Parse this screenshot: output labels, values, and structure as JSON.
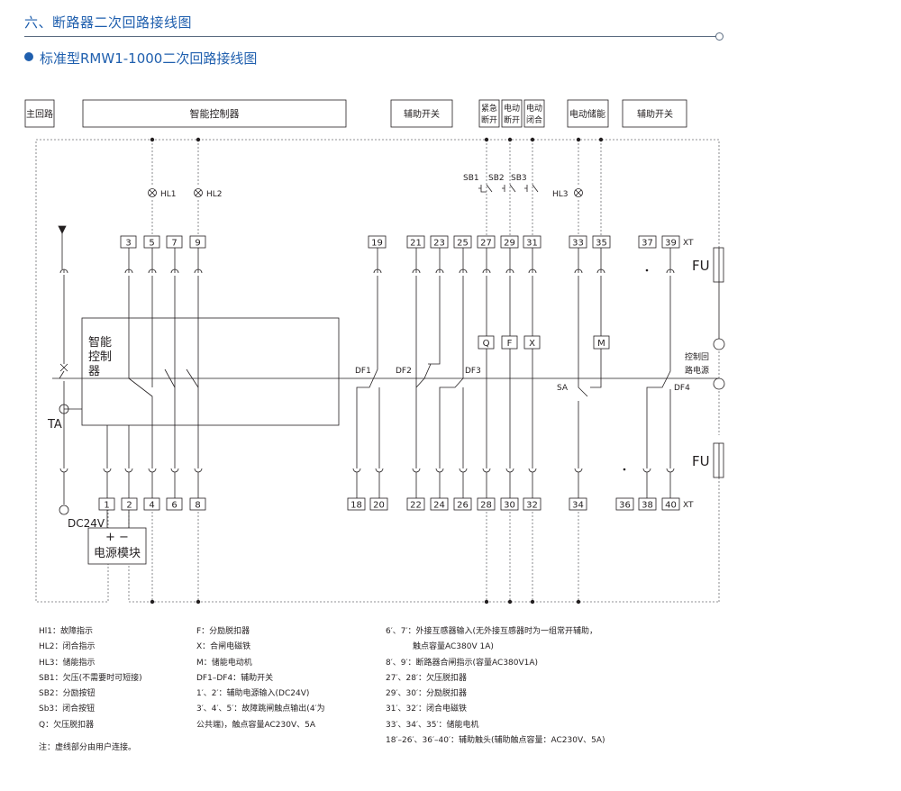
{
  "header": {
    "section_title": "六、断路器二次回路接线图",
    "subtitle": "标准型RMW1-1000二次回路接线图"
  },
  "top_labels": {
    "main_circuit": "主回路",
    "smart_controller": "智能控制器",
    "aux_switch_1": "辅助开关",
    "emergency_open": [
      "紧急",
      "断开"
    ],
    "motor_open": [
      "电动",
      "断开"
    ],
    "motor_close": [
      "电动",
      "闭合"
    ],
    "motor_storage": "电动储能",
    "aux_switch_2": "辅助开关"
  },
  "diagram": {
    "lamps": {
      "hl1": "HL1",
      "hl2": "HL2",
      "hl3": "HL3"
    },
    "buttons": {
      "sb1": "SB1",
      "sb2": "SB2",
      "sb3": "SB3"
    },
    "top_terminals": [
      "3",
      "5",
      "7",
      "9",
      "19",
      "21",
      "23",
      "25",
      "27",
      "29",
      "31",
      "33",
      "35",
      "37",
      "39"
    ],
    "bottom_terminals": [
      "1",
      "2",
      "4",
      "6",
      "8",
      "18",
      "20",
      "22",
      "24",
      "26",
      "28",
      "30",
      "32",
      "34",
      "36",
      "38",
      "40"
    ],
    "xt_top": "XT",
    "xt_bottom": "XT",
    "fuse_top": "FU",
    "fuse_bottom": "FU",
    "controller_box": [
      "智能",
      "控制",
      "器"
    ],
    "contacts": {
      "df1": "DF1",
      "df2": "DF2",
      "df3": "DF3",
      "df4": "DF4",
      "sa": "SA"
    },
    "coils": {
      "q": "Q",
      "f": "F",
      "x": "X",
      "m": "M"
    },
    "control_power": [
      "控制回",
      "路电源"
    ],
    "ta": "TA",
    "dc24v": "DC24V",
    "power_module": {
      "polarity": "+ −",
      "label": "电源模块"
    }
  },
  "legend": {
    "col1": [
      "Hl1：故障指示",
      "HL2：闭合指示",
      "HL3：储能指示",
      "SB1：欠压(不需要时可短接)",
      "SB2：分励按钮",
      "Sb3：闭合按钮",
      "Q：欠压脱扣器"
    ],
    "col2": [
      "F：分励脱扣器",
      "X：合闸电磁铁",
      "M：储能电动机",
      "DF1–DF4：辅助开关",
      "1′、2′：辅助电源输入(DC24V)",
      "3′、4′、5′：故障跳闸触点输出(4′为",
      "公共端)，触点容量AC230V、5A"
    ],
    "col3": [
      "6′、7′：外接互感器输入(无外接互感器时为一组常开辅助，",
      "触点容量AC380V 1A)",
      "8′、9′：断路器合闸指示(容量AC380V1A)",
      "27′、28′：欠压脱扣器",
      "29′、30′：分励脱扣器",
      "31′、32′：闭合电磁铁",
      "33′、34′、35′：储能电机",
      "18′–26′、36′–40′：辅助触头(辅助触点容量：AC230V、5A)"
    ]
  },
  "note": "注：虚线部分由用户连接。"
}
